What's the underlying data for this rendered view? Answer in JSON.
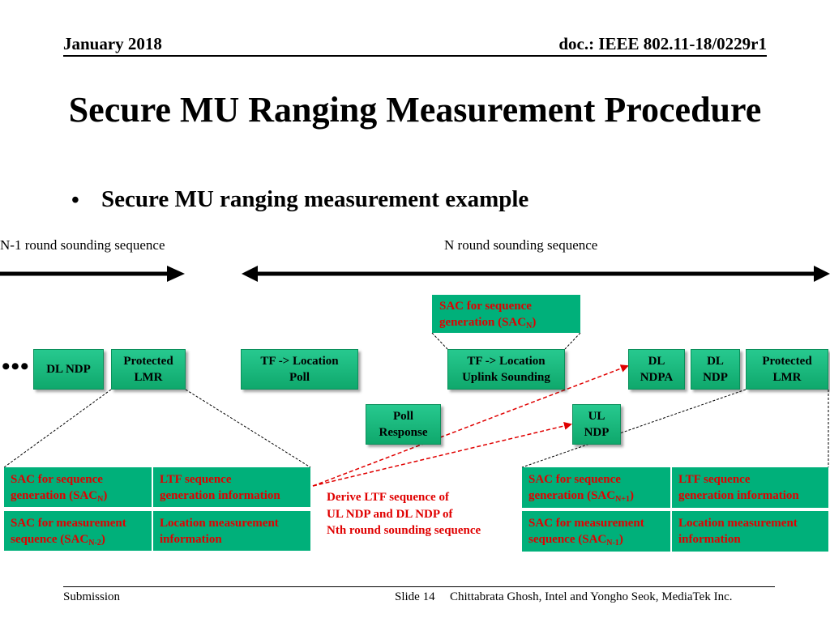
{
  "header": {
    "date": "January 2018",
    "doc": "doc.: IEEE 802.11-18/0229r1"
  },
  "title": "Secure MU Ranging Measurement Procedure",
  "bullet": "Secure MU ranging measurement example",
  "sequences": {
    "prev_label": "N-1 round sounding sequence",
    "curr_label": "N round sounding sequence"
  },
  "ellipsis": "•••",
  "frames": {
    "dl_ndp_prev": "DL NDP",
    "protected_lmr_prev_1": "Protected",
    "protected_lmr_prev_2": "LMR",
    "tf_poll_1": "TF -> Location",
    "tf_poll_2": "Poll",
    "poll_response_1": "Poll",
    "poll_response_2": "Response",
    "tf_uplink_1": "TF -> Location",
    "tf_uplink_2": "Uplink Sounding",
    "ul_ndp_1": "UL",
    "ul_ndp_2": "NDP",
    "dl_ndpa_1": "DL",
    "dl_ndpa_2": "NDPA",
    "dl_ndp_1": "DL",
    "dl_ndp_2": "NDP",
    "protected_lmr_1": "Protected",
    "protected_lmr_2": "LMR"
  },
  "sac_top": {
    "line1": "SAC for sequence",
    "line2_prefix": "generation (SAC",
    "line2_sub": "N",
    "line2_suffix": ")"
  },
  "left_table": {
    "sac_seq_1": "SAC for sequence",
    "sac_seq_2_prefix": "generation (SAC",
    "sac_seq_2_sub": "N",
    "sac_seq_2_suffix": ")",
    "ltf_1": "LTF sequence",
    "ltf_2": "generation information",
    "sac_meas_1": "SAC for measurement",
    "sac_meas_2_prefix": "sequence (SAC",
    "sac_meas_2_sub": "N-2",
    "sac_meas_2_suffix": ")",
    "loc_1": "Location measurement",
    "loc_2": "information"
  },
  "right_table": {
    "sac_seq_1": "SAC for sequence",
    "sac_seq_2_prefix": "generation (SAC",
    "sac_seq_2_sub": "N+1",
    "sac_seq_2_suffix": ")",
    "ltf_1": "LTF sequence",
    "ltf_2": "generation information",
    "sac_meas_1": "SAC for measurement",
    "sac_meas_2_prefix": "sequence (SAC",
    "sac_meas_2_sub": "N-1",
    "sac_meas_2_suffix": ")",
    "loc_1": "Location measurement",
    "loc_2": "information"
  },
  "derive": {
    "line1": "Derive LTF sequence of",
    "line2": "UL NDP and DL NDP of",
    "line3": "Nth round sounding sequence"
  },
  "footer": {
    "left": "Submission",
    "slide": "Slide 14",
    "authors": "Chittabrata Ghosh, Intel and Yongho Seok, MediaTek Inc."
  },
  "colors": {
    "box_green": "#1fbf85",
    "cell_green": "#00b07a",
    "red_text": "#e00000",
    "arrow": "#000000"
  }
}
